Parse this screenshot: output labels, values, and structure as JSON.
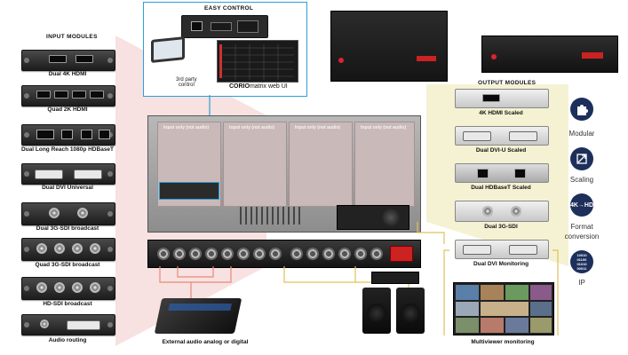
{
  "input_modules": {
    "title": "INPUT MODULES",
    "items": [
      {
        "label": "Dual 4K HDMI"
      },
      {
        "label": "Quad 2K HDMI"
      },
      {
        "label": "Dual Long Reach 1080p HDBaseT"
      },
      {
        "label": "Dual DVI Universal"
      },
      {
        "label": "Dual 3G-SDI broadcast"
      },
      {
        "label": "Quad 3G-SDI broadcast"
      },
      {
        "label": "HD-SDI broadcast"
      },
      {
        "label": "Audio routing"
      }
    ]
  },
  "easy_control": {
    "title": "EASY CONTROL",
    "third_party_label": "3rd party\ncontrol",
    "web_ui_prefix": "CORIO",
    "web_ui_brand": "matrix",
    "web_ui_suffix": " web UI"
  },
  "chassis": {
    "slot_text": "Input only (not audio)"
  },
  "output_modules": {
    "title": "OUTPUT MODULES",
    "items": [
      {
        "label": "4K HDMI Scaled"
      },
      {
        "label": "Dual DVI-U Scaled"
      },
      {
        "label": "Dual HDBaseT Scaled"
      },
      {
        "label": "Dual 3G-SDI"
      },
      {
        "label": "Dual DVI Monitoring"
      }
    ]
  },
  "features": [
    {
      "icon": "puzzle-icon",
      "label": "Modular"
    },
    {
      "icon": "scaling-icon",
      "label": "Scaling"
    },
    {
      "icon": "format-conversion-icon",
      "label": "Format\nconversion",
      "glyph": "4K→HD"
    },
    {
      "icon": "ip-icon",
      "label": "IP",
      "glyph": "10010\n01100\n01010\n00011"
    }
  ],
  "bottom": {
    "audio_label": "External audio analog or digital",
    "multiviewer_label": "Multiviewer monitoring"
  },
  "colors": {
    "accent": "#1d2f5a",
    "input_highlight": "#f6dcdc",
    "output_highlight": "#f3efc8",
    "control_frame": "#2aa0d8"
  }
}
